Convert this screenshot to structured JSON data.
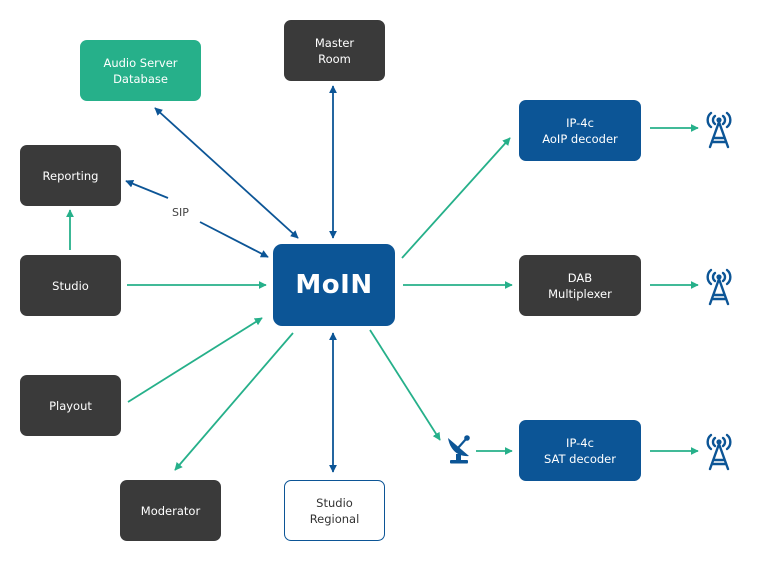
{
  "colors": {
    "dark": "#3a3a3a",
    "green": "#26b08a",
    "blue": "#0c5596",
    "arrow_green": "#26b08a",
    "arrow_blue": "#0c5596"
  },
  "nodes": {
    "audio_server": "Audio Server\nDatabase",
    "master_room": "Master\nRoom",
    "reporting": "Reporting",
    "studio": "Studio",
    "playout": "Playout",
    "moderator": "Moderator",
    "studio_regional": "Studio\nRegional",
    "moin": "MoIN",
    "ip4c_aoip": "IP-4c\nAoIP decoder",
    "dab": "DAB\nMultiplexer",
    "ip4c_sat": "IP-4c\nSAT decoder"
  },
  "edge_labels": {
    "sip": "SIP"
  },
  "icons": [
    "transmitter-tower-icon",
    "transmitter-tower-icon",
    "transmitter-tower-icon",
    "satellite-dish-icon"
  ]
}
